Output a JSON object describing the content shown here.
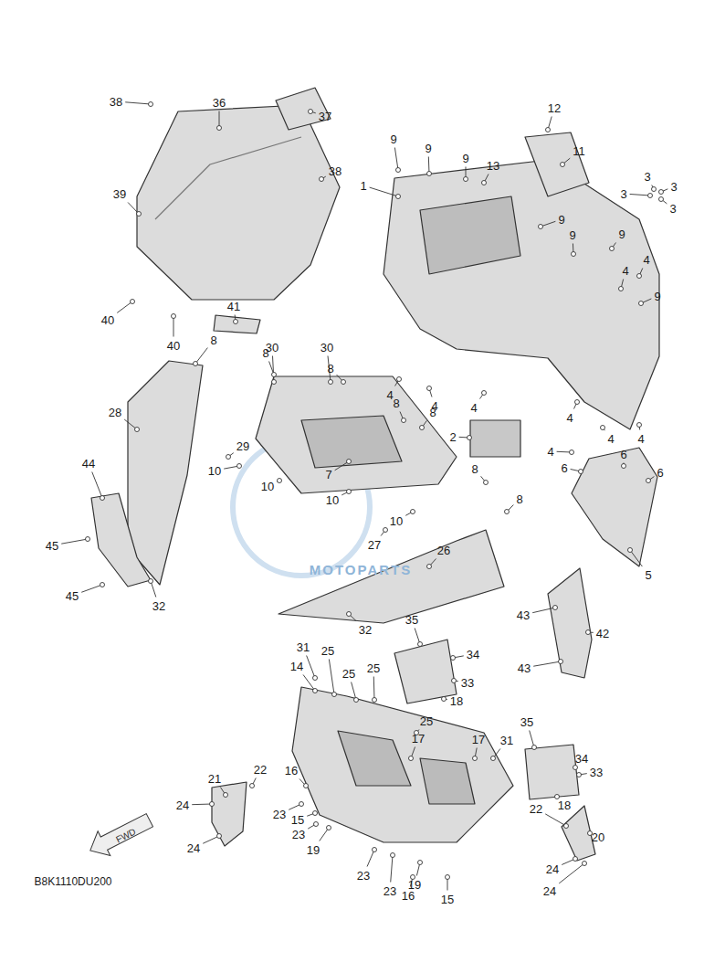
{
  "diagram": {
    "labels": [
      "38",
      "36",
      "37",
      "38",
      "39",
      "40",
      "40",
      "41",
      "12",
      "11",
      "9",
      "9",
      "9",
      "13",
      "3",
      "3",
      "3",
      "3",
      "1",
      "9",
      "9",
      "9",
      "4",
      "4",
      "9",
      "30",
      "30",
      "8",
      "8",
      "8",
      "8",
      "8",
      "8",
      "8",
      "28",
      "29",
      "10",
      "10",
      "10",
      "10",
      "7",
      "27",
      "26",
      "4",
      "4",
      "4",
      "4",
      "4",
      "4",
      "4",
      "2",
      "6",
      "6",
      "6",
      "5",
      "44",
      "45",
      "45",
      "32",
      "32",
      "43",
      "42",
      "43",
      "31",
      "14",
      "25",
      "25",
      "25",
      "25",
      "35",
      "34",
      "33",
      "18",
      "17",
      "17",
      "31",
      "35",
      "34",
      "33",
      "18",
      "21",
      "22",
      "16",
      "24",
      "23",
      "15",
      "23",
      "19",
      "24",
      "20",
      "22",
      "19",
      "23",
      "23",
      "16",
      "15",
      "24",
      "24",
      "MOTOPARTS",
      "FWD",
      "B8K1110DU200"
    ]
  }
}
